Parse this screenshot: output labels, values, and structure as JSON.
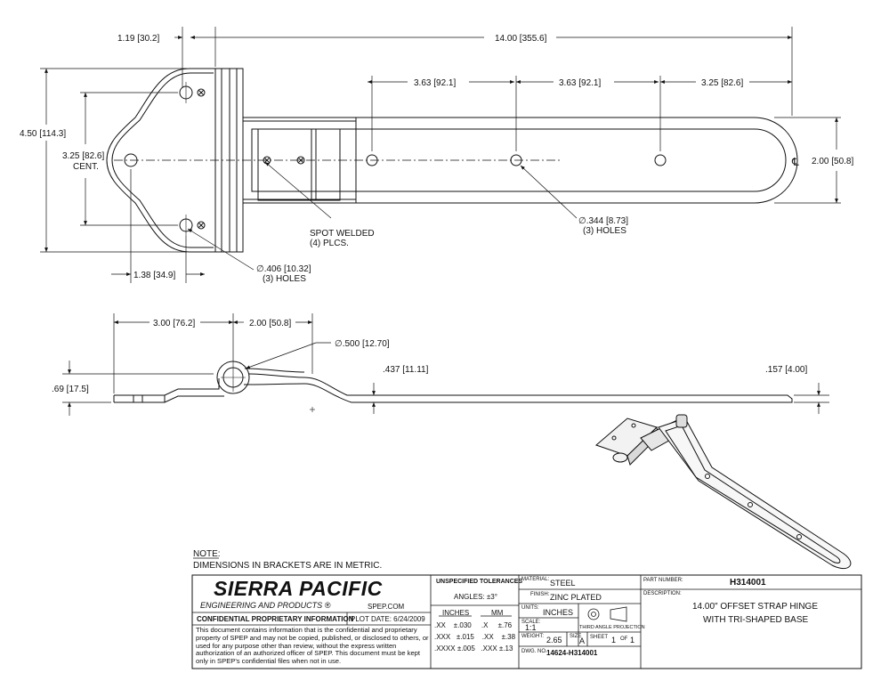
{
  "dims": {
    "top_flange": "1.19",
    "top_flange_mm": "30.2",
    "overall_len": "14.00",
    "overall_len_mm": "355.6",
    "hole_sp1": "3.63",
    "hole_sp1_mm": "92.1",
    "hole_sp2": "3.63",
    "hole_sp2_mm": "92.1",
    "hole_sp3": "3.25",
    "hole_sp3_mm": "82.6",
    "height": "4.50",
    "height_mm": "114.3",
    "base_cent": "3.25",
    "base_cent_mm": "82.6",
    "cent_label": "CENT.",
    "strap_w": "2.00",
    "strap_w_mm": "50.8",
    "left_off": "1.38",
    "left_off_mm": "34.9",
    "side_a": "3.00",
    "side_a_mm": "76.2",
    "side_b": "2.00",
    "side_b_mm": "50.8",
    "pin_dia": "∅.500",
    "pin_dia_mm": "12.70",
    "strap_t": ".437",
    "strap_t_mm": "11.11",
    "end_t": ".157",
    "end_t_mm": "4.00",
    "total_h": ".69",
    "total_h_mm": "17.5"
  },
  "callouts": {
    "spot1": "SPOT WELDED",
    "spot2": "(4) PLCS.",
    "strap_holes_dia": "∅.344",
    "strap_holes_mm": "8.73",
    "strap_holes_qty": "(3) HOLES",
    "base_holes_dia": "∅.406",
    "base_holes_mm": "10.32",
    "base_holes_qty": "(3) HOLES",
    "centerline": "℄"
  },
  "note": {
    "title": "NOTE:",
    "text": "DIMENSIONS IN BRACKETS ARE IN METRIC."
  },
  "title_block": {
    "company": "SIERRA PACIFIC",
    "company_sub": "ENGINEERING AND PRODUCTS",
    "reg": "®",
    "website": "SPEP.COM",
    "confidential": "CONFIDENTIAL PROPRIETARY INFORMATION",
    "plot_date": "PLOT DATE: 6/24/2009",
    "conf_text": "This document contains information that is the confidential and proprietary property of SPEP and may not be copied, published, or disclosed to others, or used for any purpose  other than review, without the express written authorization of an authorized officer of SPEP. This document must be kept only in SPEP's confidential files when not in use.",
    "tol_title": "UNSPECIFIED TOLERANCES",
    "angles": "ANGLES: ±3°",
    "inches_hdr": "INCHES",
    "mm_hdr": "MM",
    "tol_rows": [
      {
        "in": ".XX",
        "in_val": "±.030",
        "mm": ".X",
        "mm_val": "±.76"
      },
      {
        "in": ".XXX",
        "in_val": "±.015",
        "mm": ".XX",
        "mm_val": "±.38"
      },
      {
        "in": ".XXXX",
        "in_val": "±.005",
        "mm": ".XXX",
        "mm_val": "±.13"
      }
    ],
    "material_lbl": "MATERIAL:",
    "material": "STEEL",
    "finish_lbl": "FINISH:",
    "finish": "ZINC PLATED",
    "units_lbl": "UNITS:",
    "units": "INCHES",
    "scale_lbl": "SCALE:",
    "scale": "1:1",
    "projection": "THIRD ANGLE PROJECTION",
    "weight_lbl": "WEIGHT:",
    "weight": "2.65",
    "size_lbl": "SIZE",
    "size": "A",
    "sheet_lbl": "SHEET",
    "sheet": "1",
    "of_lbl": "OF",
    "of": "1",
    "dwg_lbl": "DWG. NO.",
    "dwg": "14624-H314001",
    "part_lbl": "PART NUMBER:",
    "part": "H314001",
    "desc_lbl": "DESCRIPTION:",
    "desc1": "14.00\" OFFSET STRAP HINGE",
    "desc2": "WITH TRI-SHAPED BASE"
  }
}
